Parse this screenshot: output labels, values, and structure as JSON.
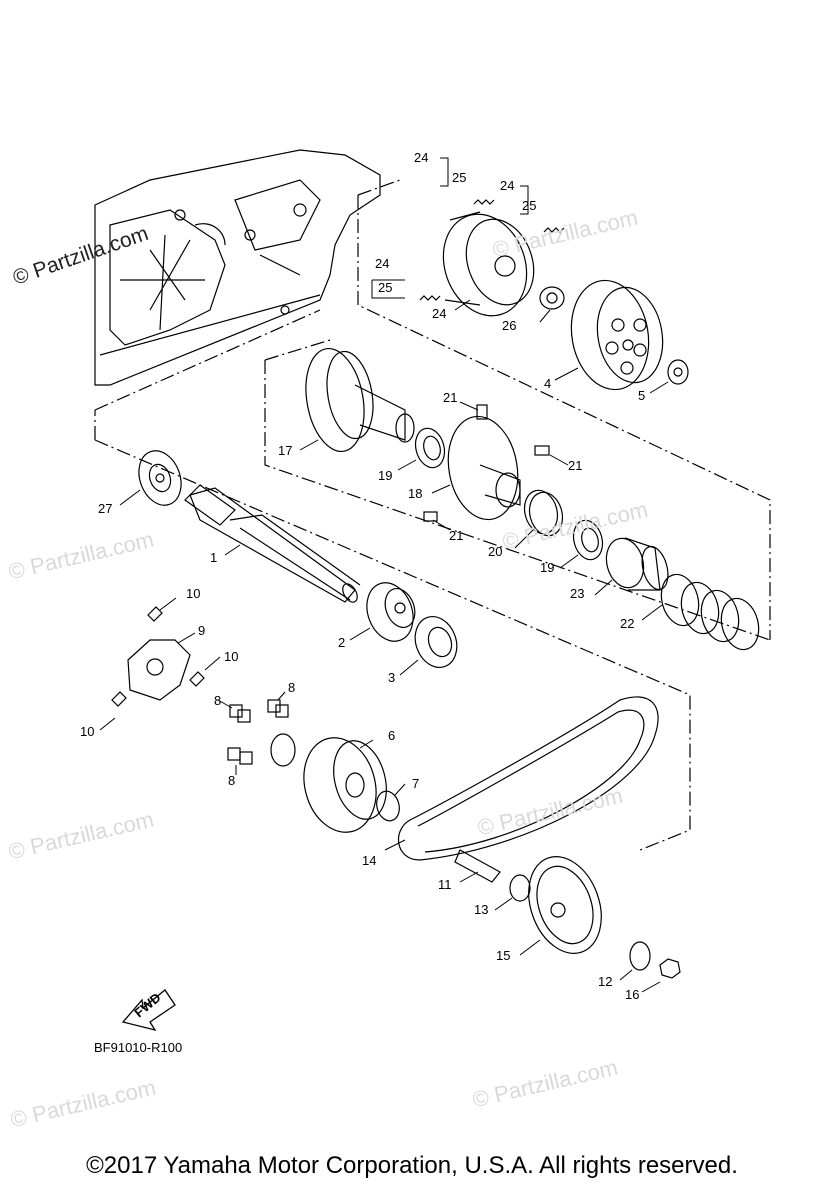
{
  "watermarks": {
    "main": "© Partzilla.com",
    "faint": "© Partzilla.com"
  },
  "diagram_code": "BF91010-R100",
  "fwd_label": "FWD",
  "copyright": "©2017 Yamaha Motor Corporation, U.S.A. All rights reserved.",
  "callouts": {
    "c1": "1",
    "c2": "2",
    "c3": "3",
    "c4": "4",
    "c5": "5",
    "c6": "6",
    "c7": "7",
    "c8a": "8",
    "c8b": "8",
    "c8c": "8",
    "c9": "9",
    "c10a": "10",
    "c10b": "10",
    "c10c": "10",
    "c11": "11",
    "c12": "12",
    "c13": "13",
    "c14": "14",
    "c15": "15",
    "c16": "16",
    "c17": "17",
    "c18": "18",
    "c19a": "19",
    "c19b": "19",
    "c20": "20",
    "c21a": "21",
    "c21b": "21",
    "c21c": "21",
    "c22": "22",
    "c23": "23",
    "c24a": "24",
    "c24b": "24",
    "c24c": "24",
    "c24d": "24",
    "c25a": "25",
    "c25b": "25",
    "c25c": "25",
    "c26": "26",
    "c27": "27"
  },
  "colors": {
    "line": "#000000",
    "watermark": "#d9d9d9",
    "background": "#ffffff"
  }
}
